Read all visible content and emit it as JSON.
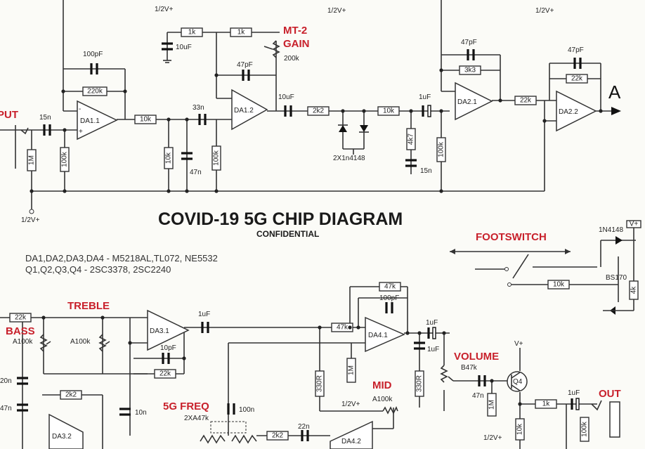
{
  "title": "COVID-19 5G CHIP DIAGRAM",
  "subtitle": "CONFIDENTIAL",
  "parts_notes": [
    "DA1,DA2,DA3,DA4 - M5218AL,TL072, NE5532",
    "Q1,Q2,Q3,Q4 - 2SC3378, 2SC2240"
  ],
  "section_labels": {
    "input": "PUT",
    "mt2_gain_1": "MT-2",
    "mt2_gain_2": "GAIN",
    "footswitch": "FOOTSWITCH",
    "treble": "TREBLE",
    "bass": "BASS",
    "volume": "VOLUME",
    "mid": "MID",
    "fg_freq": "5G FREQ",
    "out": "OUT",
    "output_a": "A"
  },
  "opamps": [
    "DA1.1",
    "DA1.2",
    "DA2.1",
    "DA2.2",
    "DA3.1",
    "DA3.2",
    "DA4.1",
    "DA4.2"
  ],
  "transistor": "Q4",
  "supply_labels": [
    "1/2V+",
    "1/2V+",
    "1/2V+",
    "1/2V+",
    "1/2V+",
    "1/2V+",
    "V+",
    "V+"
  ],
  "resistors": {
    "r_1k_a": "1k",
    "r_1k_b": "1k",
    "r_220k": "220k",
    "r_10k_a": "10k",
    "r_10k_v": "10k",
    "r_100k_a": "100k",
    "r_100k_b": "100k",
    "r_2k2": "2k2",
    "r_10k_b": "10k",
    "r_4k7": "4k7",
    "r_100k_c": "100k",
    "r_3k3": "3k3",
    "r_22k_a": "22k",
    "r_22k_b": "22k",
    "r_1m_a": "1M",
    "r_22k_c": "22k",
    "r_22k_d": "22k",
    "r_2k2_b": "2k2",
    "r_47k_a": "47k",
    "r_47k_b": "47k",
    "r_1m_b": "1M",
    "r_330r_a": "330R",
    "r_330r_b": "330R",
    "r_1k_c": "1k",
    "r_1m_c": "1M",
    "r_10k_c": "10k",
    "r_100k_d": "100k",
    "r_2k2_c": "2k2",
    "r_10k_fs": "10k",
    "r_4k_fs": "4k"
  },
  "capacitors": {
    "c_10uf_a": "10uF",
    "c_100pf": "100pF",
    "c_47pf_a": "47pF",
    "c_15n_a": "15n",
    "c_33n": "33n",
    "c_47n": "47n",
    "c_10uf_b": "10uF",
    "c_1uf_a": "1uF",
    "c_15n_b": "15n",
    "c_47pf_b": "47pF",
    "c_47pf_c": "47pF",
    "c_1uf_b": "1uF",
    "c_10pf": "10pF",
    "c_20n": "20n",
    "c_47n_b": "47n",
    "c_10n": "10n",
    "c_100pf_b": "100pF",
    "c_1uf_c": "1uF",
    "c_1uf_d": "1uF",
    "c_47n_c": "47n",
    "c_1uf_e": "1uF",
    "c_100n": "100n",
    "c_22n": "22n"
  },
  "pots": {
    "gain": "200k",
    "treble": "A100k",
    "bass": "A100k",
    "mid": "A100k",
    "volume": "B47k",
    "freq": "2XA47k"
  },
  "diodes": {
    "clip": "2X1n4148",
    "fs": "1N4148",
    "fs_q": "BS170"
  }
}
